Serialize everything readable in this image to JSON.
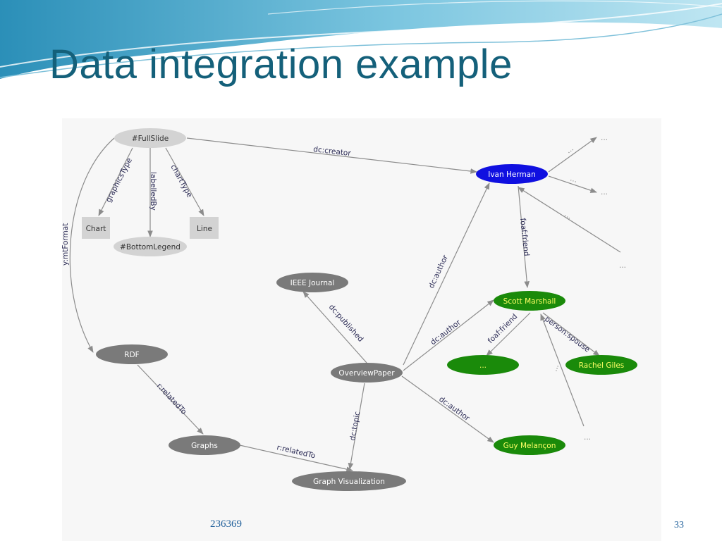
{
  "slide": {
    "title": "Data integration example",
    "footer_code": "236369",
    "page_number": "33"
  },
  "colors": {
    "title": "#14607a",
    "banner_dark": "#2b8fb8",
    "banner_light": "#bfe6f2",
    "node_gray_light": "#d3d3d3",
    "node_gray_dark": "#7a7a7a",
    "node_blue": "#1010e0",
    "node_green": "#1a8a0a",
    "node_green_text": "#ffff66",
    "edge": "#8c8c8c"
  },
  "diagram": {
    "nodes": {
      "fullslide": "#FullSlide",
      "chart": "Chart",
      "bottom_legend": "#BottomLegend",
      "line": "Line",
      "ivan_herman": "Ivan Herman",
      "ieee_journal": "IEEE Journal",
      "scott_marshall": "Scott Marshall",
      "rdf": "RDF",
      "overview_paper": "OverviewPaper",
      "friend_unknown": "...",
      "rachel_giles": "Rachel Giles",
      "graphs": "Graphs",
      "guy_melancon": "Guy Melançon",
      "graph_visualization": "Graph Visualization"
    },
    "edges": {
      "dc_creator": "dc:creator",
      "graphics_type": "graphicsType",
      "labelled_by": "labelledBy",
      "chart_type": "chartType",
      "y_mt_format": "y:mtFormat",
      "foaf_friend_1": "foaf:friend",
      "dc_author_1": "dc:author",
      "dc_published": "dc:published",
      "dc_author_2": "dc:author",
      "foaf_friend_2": "foaf:friend",
      "person_spouse": "person:spouse",
      "r_related_to_1": "r:relatedTo",
      "dc_topic": "dc:topic",
      "r_related_to_2": "r:relatedTo",
      "dc_author_3": "dc:author"
    },
    "ellipsis": "..."
  }
}
